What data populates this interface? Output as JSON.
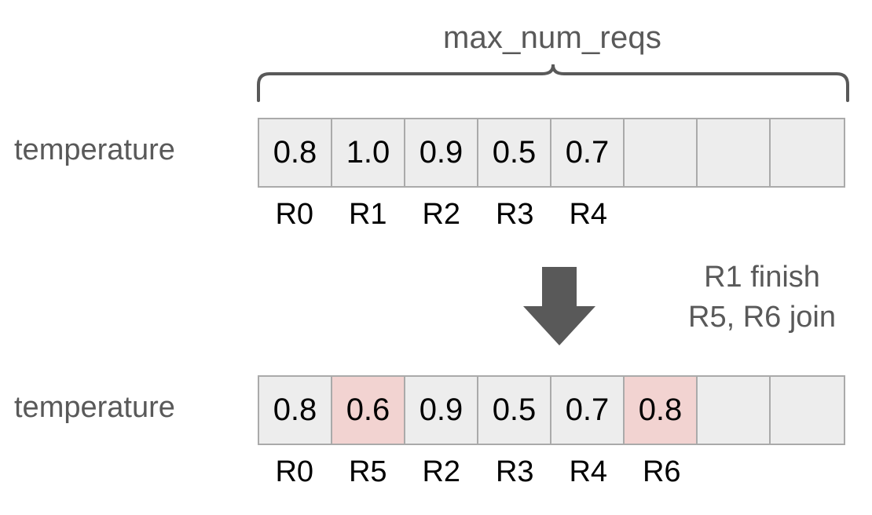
{
  "diagram": {
    "title": "max_num_reqs",
    "brace_icon": "curly-brace-icon",
    "arrow_icon": "down-arrow-icon",
    "colors": {
      "cell_fill": "#ededed",
      "cell_border": "#aaaaaa",
      "highlight_fill": "#f2d3d1",
      "text_gray": "#595959",
      "text_black": "#000000",
      "arrow_fill": "#595959",
      "background": "#ffffff"
    },
    "transition_note": {
      "line1": "R1 finish",
      "line2": "R5, R6 join"
    },
    "rows": [
      {
        "label": "temperature",
        "capacity": 8,
        "cells": [
          {
            "value": "0.8",
            "highlighted": false,
            "empty": false
          },
          {
            "value": "1.0",
            "highlighted": false,
            "empty": false
          },
          {
            "value": "0.9",
            "highlighted": false,
            "empty": false
          },
          {
            "value": "0.5",
            "highlighted": false,
            "empty": false
          },
          {
            "value": "0.7",
            "highlighted": false,
            "empty": false
          },
          {
            "value": "",
            "highlighted": false,
            "empty": true
          },
          {
            "value": "",
            "highlighted": false,
            "empty": true
          },
          {
            "value": "",
            "highlighted": false,
            "empty": true
          }
        ],
        "indices": [
          "R0",
          "R1",
          "R2",
          "R3",
          "R4",
          "",
          "",
          ""
        ]
      },
      {
        "label": "temperature",
        "capacity": 8,
        "cells": [
          {
            "value": "0.8",
            "highlighted": false,
            "empty": false
          },
          {
            "value": "0.6",
            "highlighted": true,
            "empty": false
          },
          {
            "value": "0.9",
            "highlighted": false,
            "empty": false
          },
          {
            "value": "0.5",
            "highlighted": false,
            "empty": false
          },
          {
            "value": "0.7",
            "highlighted": false,
            "empty": false
          },
          {
            "value": "0.8",
            "highlighted": true,
            "empty": false
          },
          {
            "value": "",
            "highlighted": false,
            "empty": true
          },
          {
            "value": "",
            "highlighted": false,
            "empty": true
          }
        ],
        "indices": [
          "R0",
          "R5",
          "R2",
          "R3",
          "R4",
          "R6",
          "",
          ""
        ]
      }
    ]
  }
}
